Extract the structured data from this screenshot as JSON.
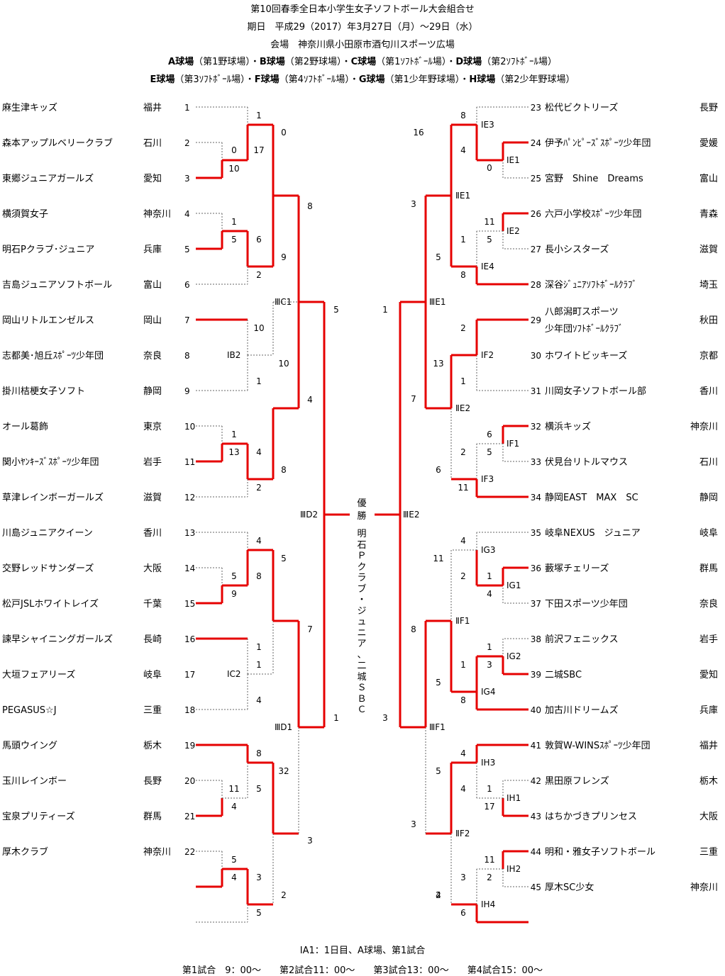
{
  "header": {
    "title": "第10回春季全日本小学生女子ソフトボール大会組合せ",
    "dates": "期日　平成29（2017）年3月27日（月）～29日（水）",
    "venue": "会場　神奈川県小田原市酒匂川スポーツ広場",
    "fields1": [
      {
        "name": "A球場",
        "desc": "（第1野球場）・"
      },
      {
        "name": "B球場",
        "desc": "（第2野球場）・"
      },
      {
        "name": "C球場",
        "desc": "（第1ｿﾌﾄﾎﾞｰﾙ場）・"
      },
      {
        "name": "D球場",
        "desc": "（第2ｿﾌﾄﾎﾞｰﾙ場）"
      }
    ],
    "fields2": [
      {
        "name": "E球場",
        "desc": "（第3ｿﾌﾄﾎﾞｰﾙ場）・"
      },
      {
        "name": "F球場",
        "desc": "（第4ｿﾌﾄﾎﾞｰﾙ場）・"
      },
      {
        "name": "G球場",
        "desc": "（第1少年野球場）・"
      },
      {
        "name": "H球場",
        "desc": "（第2少年野球場）"
      }
    ]
  },
  "left_teams": [
    {
      "no": "1",
      "name": "麻生津キッズ",
      "pref": "福井"
    },
    {
      "no": "2",
      "name": "森本アップルベリークラブ",
      "pref": "石川"
    },
    {
      "no": "3",
      "name": "東郷ジュニアガールズ",
      "pref": "愛知"
    },
    {
      "no": "4",
      "name": "横須賀女子",
      "pref": "神奈川"
    },
    {
      "no": "5",
      "name": "明石Pクラブ･ジュニア",
      "pref": "兵庫"
    },
    {
      "no": "6",
      "name": "吉島ジュニアソフトボール",
      "pref": "富山"
    },
    {
      "no": "7",
      "name": "岡山リトルエンゼルス",
      "pref": "岡山"
    },
    {
      "no": "8",
      "name": "志都美･旭丘ｽﾎﾟｰﾂ少年団",
      "pref": "奈良"
    },
    {
      "no": "9",
      "name": "掛川桔梗女子ソフト",
      "pref": "静岡"
    },
    {
      "no": "10",
      "name": "オール葛飾",
      "pref": "東京"
    },
    {
      "no": "11",
      "name": "関小ﾔﾝｷｰｽﾞｽﾎﾟｰﾂ少年団",
      "pref": "岩手"
    },
    {
      "no": "12",
      "name": "草津レインボーガールズ",
      "pref": "滋賀"
    },
    {
      "no": "13",
      "name": "川島ジュニアクイーン",
      "pref": "香川"
    },
    {
      "no": "14",
      "name": "交野レッドサンダーズ",
      "pref": "大阪"
    },
    {
      "no": "15",
      "name": "松戸JSLホワイトレイズ",
      "pref": "千葉"
    },
    {
      "no": "16",
      "name": "諫早シャイニングガールズ",
      "pref": "長崎"
    },
    {
      "no": "17",
      "name": "大垣フェアリーズ",
      "pref": "岐阜"
    },
    {
      "no": "18",
      "name": "PEGASUS☆J",
      "pref": "三重"
    },
    {
      "no": "19",
      "name": "馬頭ウイング",
      "pref": "栃木"
    },
    {
      "no": "20",
      "name": "玉川レインボー",
      "pref": "長野"
    },
    {
      "no": "21",
      "name": "宝泉プリティーズ",
      "pref": "群馬"
    },
    {
      "no": "22",
      "name": "厚木クラブ",
      "pref": "神奈川"
    }
  ],
  "right_teams": [
    {
      "no": "23",
      "name": "松代ビクトリーズ",
      "pref": "長野"
    },
    {
      "no": "24",
      "name": "伊予ﾊﾟﾝﾋﾟｰｽﾞｽﾎﾟｰﾂ少年団",
      "pref": "愛媛"
    },
    {
      "no": "25",
      "name": "宮野　Shine　Dreams",
      "pref": "富山"
    },
    {
      "no": "26",
      "name": "六戸小学校ｽﾎﾟｰﾂ少年団",
      "pref": "青森"
    },
    {
      "no": "27",
      "name": "長小シスターズ",
      "pref": "滋賀"
    },
    {
      "no": "28",
      "name": "深谷ｼﾞｭﾆｱｿﾌﾄﾎﾞｰﾙｸﾗﾌﾞ",
      "pref": "埼玉"
    },
    {
      "no": "29",
      "name": "八郎潟町スポーツ",
      "name2": "少年団ｿﾌﾄﾎﾞｰﾙｸﾗﾌﾞ",
      "pref": "秋田"
    },
    {
      "no": "30",
      "name": "ホワイトビッキーズ",
      "pref": "京都"
    },
    {
      "no": "31",
      "name": "川岡女子ソフトボール部",
      "pref": "香川"
    },
    {
      "no": "32",
      "name": "横浜キッズ",
      "pref": "神奈川"
    },
    {
      "no": "33",
      "name": "伏見台リトルマウス",
      "pref": "石川"
    },
    {
      "no": "34",
      "name": "静岡EAST　MAX　SC",
      "pref": "静岡"
    },
    {
      "no": "35",
      "name": "岐阜NEXUS　ジュニア",
      "pref": "岐阜"
    },
    {
      "no": "36",
      "name": "藪塚チェリーズ",
      "pref": "群馬"
    },
    {
      "no": "37",
      "name": "下田スポーツ少年団",
      "pref": "奈良"
    },
    {
      "no": "38",
      "name": "前沢フェニックス",
      "pref": "岩手"
    },
    {
      "no": "39",
      "name": "二城SBC",
      "pref": "愛知"
    },
    {
      "no": "40",
      "name": "加古川ドリームズ",
      "pref": "兵庫"
    },
    {
      "no": "41",
      "name": "敦賀W-WINSｽﾎﾟｰﾂ少年団",
      "pref": "福井"
    },
    {
      "no": "42",
      "name": "黒田原フレンズ",
      "pref": "栃木"
    },
    {
      "no": "43",
      "name": "はちかづきプリンセス",
      "pref": "大阪"
    },
    {
      "no": "44",
      "name": "明和・雅女子ソフトボール",
      "pref": "三重"
    },
    {
      "no": "45",
      "name": "厚木SC少女",
      "pref": "神奈川"
    }
  ],
  "game_codes": [
    "ⅠB2",
    "ⅠC2",
    "ⅢC1",
    "ⅢD2",
    "ⅢD1",
    "ⅠE3",
    "ⅠE1",
    "ⅡE1",
    "ⅠE2",
    "ⅠE4",
    "ⅢE1",
    "ⅠF2",
    "ⅡE2",
    "ⅠF1",
    "ⅠF3",
    "ⅢE2",
    "ⅠG3",
    "ⅠG1",
    "ⅡF1",
    "ⅠG2",
    "ⅠG4",
    "ⅢF1",
    "ⅠH3",
    "ⅠH1",
    "ⅡF2",
    "ⅠH2",
    "ⅠH4"
  ],
  "scores": [
    "1",
    "0",
    "17",
    "0",
    "10",
    "1",
    "5",
    "6",
    "2",
    "9",
    "8",
    "10",
    "10",
    "1",
    "4",
    "1",
    "13",
    "4",
    "8",
    "2",
    "5",
    "1",
    "4",
    "5",
    "8",
    "9",
    "5",
    "1",
    "1",
    "4",
    "7",
    "3",
    "8",
    "11",
    "5",
    "4",
    "32",
    "5",
    "4",
    "3",
    "2",
    "5",
    "1",
    "3",
    "8",
    "16",
    "4",
    "0",
    "11",
    "5",
    "1",
    "5",
    "8",
    "3",
    "2",
    "13",
    "1",
    "7",
    "6",
    "5",
    "2",
    "6",
    "11",
    "4",
    "11",
    "2",
    "1",
    "4",
    "1",
    "3",
    "1",
    "5",
    "8",
    "8",
    "4",
    "5",
    "1",
    "17",
    "4",
    "3",
    "11",
    "2",
    "3",
    "4",
    "6",
    "2"
  ],
  "champion": {
    "label": "優勝",
    "team": "明石Ｐクラブ・ジュニア、二城ＳＢＣ"
  },
  "footer": {
    "legend": "ⅠA1：1日目、A球場、第1試合",
    "times": "第1試合　9：00～　　第2試合11：00～　　第3試合13：00～　　第4試合15：00～"
  }
}
